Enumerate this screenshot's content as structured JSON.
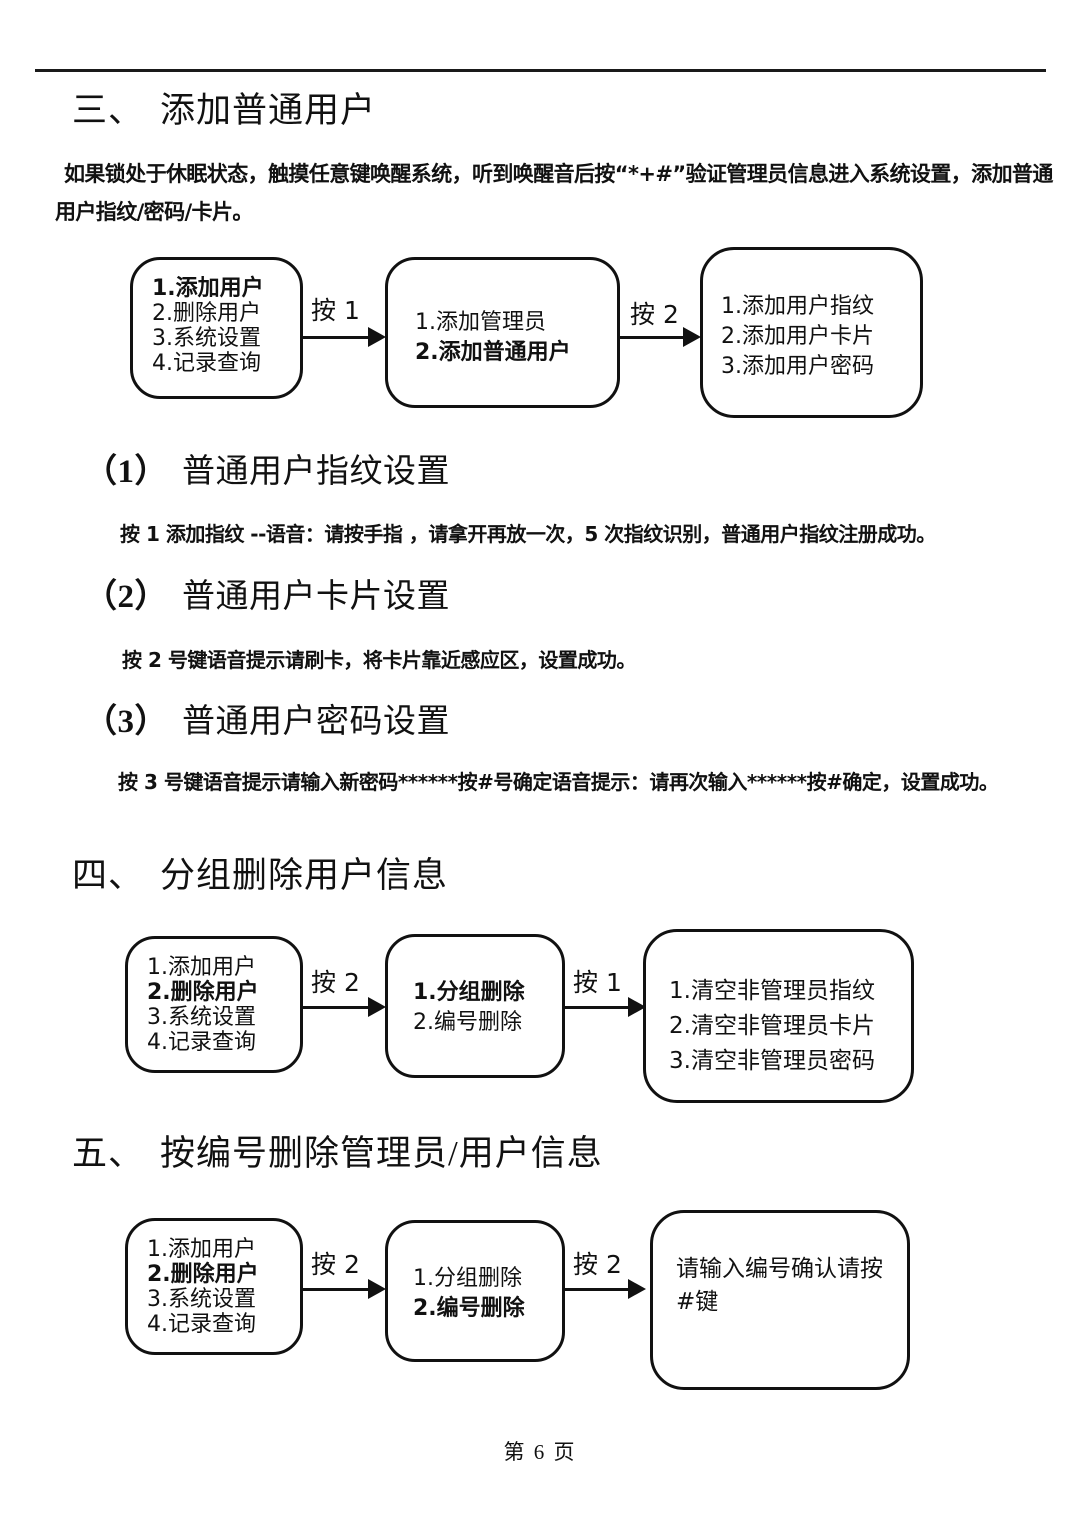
{
  "page": {
    "footer": "第 6 页"
  },
  "sections": {
    "s3": {
      "num": "三、",
      "title": "添加普通用户",
      "para_line1": "如果锁处于休眠状态，触摸任意键唤醒系统，听到唤醒音后按“*+#”验证管理员信息进入系统设置，添加普通",
      "para_line2": "用户指纹/密码/卡片。"
    },
    "sub1": {
      "num": "（1）",
      "title": "普通用户指纹设置",
      "body": "按 1 添加指纹 --语音：请按手指 ，请拿开再放一次，5 次指纹识别，普通用户指纹注册成功。"
    },
    "sub2": {
      "num": "（2）",
      "title": "普通用户卡片设置",
      "body": "按 2 号键语音提示请刷卡，将卡片靠近感应区，设置成功。"
    },
    "sub3": {
      "num": "（3）",
      "title": "普通用户密码设置",
      "body": "按 3 号键语音提示请输入新密码******按#号确定语音提示：请再次输入******按#确定，设置成功。"
    },
    "s4": {
      "num": "四、",
      "title": "分组删除用户信息"
    },
    "s5": {
      "num": "五、",
      "title": "按编号删除管理员/用户信息"
    }
  },
  "flowcharts": [
    {
      "boxes": [
        {
          "lines": [
            "1.添加用户",
            "2.删除用户",
            "3.系统设置",
            "4.记录查询"
          ]
        },
        {
          "lines": [
            "1.添加管理员",
            "2.添加普通用户"
          ]
        },
        {
          "lines": [
            "1.添加用户指纹",
            "2.添加用户卡片",
            "3.添加用户密码"
          ]
        }
      ],
      "arrows": [
        "按 1",
        "按 2"
      ]
    },
    {
      "boxes": [
        {
          "lines": [
            "1.添加用户",
            "2.删除用户",
            "3.系统设置",
            "4.记录查询"
          ]
        },
        {
          "lines": [
            "1.分组删除",
            "2.编号删除"
          ]
        },
        {
          "lines": [
            "1.清空非管理员指纹",
            "2.清空非管理员卡片",
            "3.清空非管理员密码"
          ]
        }
      ],
      "arrows": [
        "按 2",
        "按 1"
      ]
    },
    {
      "boxes": [
        {
          "lines": [
            "1.添加用户",
            "2.删除用户",
            "3.系统设置",
            "4.记录查询"
          ]
        },
        {
          "lines": [
            "1.分组删除",
            "2.编号删除"
          ]
        },
        {
          "lines": [
            "请输入编号确认请按",
            "#键"
          ]
        }
      ],
      "arrows": [
        "按 2",
        "按 2"
      ]
    }
  ]
}
